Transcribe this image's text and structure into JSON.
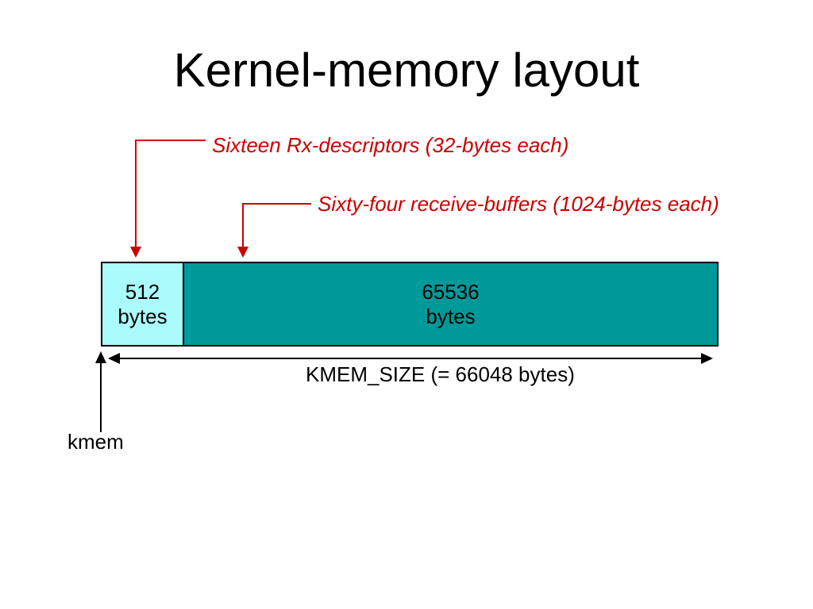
{
  "slide": {
    "title": "Kernel-memory layout",
    "callouts": [
      {
        "text": "Sixteen Rx-descriptors (32-bytes each)"
      },
      {
        "text": "Sixty-four receive-buffers (1024-bytes each)"
      }
    ],
    "memory_bar": {
      "segments": [
        {
          "size": "512",
          "unit": "bytes",
          "fill": "#AAFBFB"
        },
        {
          "size": "65536",
          "unit": "bytes",
          "fill": "#009999"
        }
      ]
    },
    "kmem_size_label": "KMEM_SIZE (= 66048 bytes)",
    "base_pointer_label": "kmem",
    "colors": {
      "callout_red": "#CC0000",
      "arrow_black": "#000000"
    }
  }
}
